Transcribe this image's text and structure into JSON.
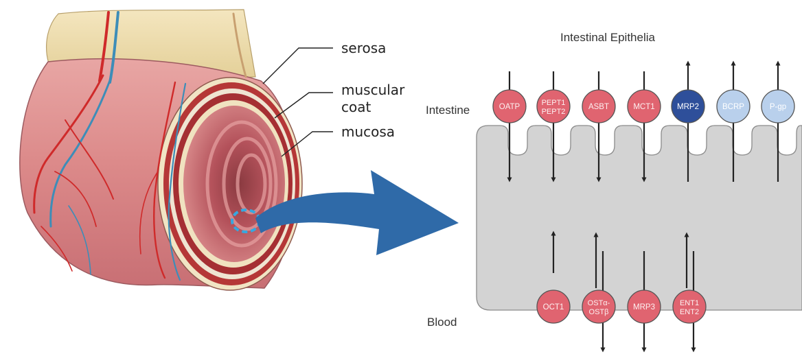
{
  "diagram": {
    "title": "Intestinal Epithelia",
    "region_labels": {
      "intestine": "Intestine",
      "blood": "Blood"
    },
    "layer_labels": {
      "serosa": "serosa",
      "muscular_line1": "muscular",
      "muscular_line2": "coat",
      "mucosa": "mucosa"
    },
    "apical_transporters": [
      {
        "line1": "OATP",
        "line2": "",
        "direction": "in",
        "color": "#e06470"
      },
      {
        "line1": "PEPT1",
        "line2": "PEPT2",
        "direction": "in",
        "color": "#e06470"
      },
      {
        "line1": "ASBT",
        "line2": "",
        "direction": "in",
        "color": "#e06470"
      },
      {
        "line1": "MCT1",
        "line2": "",
        "direction": "in",
        "color": "#e06470"
      },
      {
        "line1": "MRP2",
        "line2": "",
        "direction": "out",
        "color": "#2e4f9a"
      },
      {
        "line1": "BCRP",
        "line2": "",
        "direction": "out",
        "color": "#b9d0ec"
      },
      {
        "line1": "P-gp",
        "line2": "",
        "direction": "out",
        "color": "#b9d0ec"
      }
    ],
    "basolateral_transporters": [
      {
        "line1": "OCT1",
        "line2": "",
        "direction": "in",
        "color": "#e06470"
      },
      {
        "line1": "OSTα-",
        "line2": "OSTβ",
        "direction": "both",
        "color": "#e06470"
      },
      {
        "line1": "MRP3",
        "line2": "",
        "direction": "out",
        "color": "#e06470"
      },
      {
        "line1": "ENT1",
        "line2": "ENT2",
        "direction": "both",
        "color": "#e06470"
      }
    ],
    "colors": {
      "cell": "#d3d3d3",
      "arrow_big": "#2f6aa8",
      "tissue": "#d98686",
      "fat": "#efdcaa",
      "vessel_red": "#cf2a2a",
      "vessel_blue": "#3d8db8",
      "focus_ring": "#36a8e0"
    }
  }
}
